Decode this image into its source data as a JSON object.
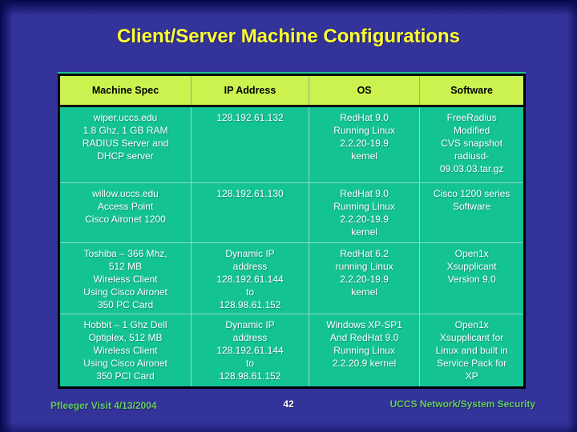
{
  "slide": {
    "title": "Client/Server Machine Configurations",
    "table": {
      "headers": [
        "Machine Spec",
        "IP Address",
        "OS",
        "Software"
      ],
      "rows": [
        [
          "wiper.uccs.edu\n1.8 Ghz, 1 GB RAM\nRADIUS Server and\nDHCP server",
          "128.192.61.132",
          "RedHat 9.0\nRunning Linux\n2.2.20-19.9\nkernel",
          "FreeRadius\nModified\nCVS snapshot\nradiusd-\n09.03.03.tar.gz"
        ],
        [
          "willow.uccs.edu\nAccess Point\nCisco Aironet 1200",
          "128.192.61.130",
          "RedHat 9.0\nRunning Linux\n2.2.20-19.9\nkernel",
          "Cisco 1200 series\nSoftware"
        ],
        [
          "Toshiba – 366 Mhz,\n512 MB\nWireless Client\nUsing Cisco Aironet\n350 PC Card",
          "Dynamic IP\naddress\n128.192.61.144\nto\n128.98.61.152",
          "RedHat 6.2\nrunning Linux\n2.2.20-19.9\nkernel",
          "Open1x\nXsupplicant\nVersion 9.0"
        ],
        [
          "Hobbit – 1 Ghz Dell\nOptiplex, 512 MB\nWireless Client\nUsing Cisco Aironet\n350 PCI Card",
          "Dynamic IP\naddress\n128.192.61.144\nto\n128.98.61.152",
          "Windows XP-SP1\nAnd RedHat 9.0\nRunning Linux\n2.2.20.9 kernel",
          "Open1x\nXsupplicant for\nLinux and built in\nService Pack  for\nXP"
        ]
      ]
    },
    "footer": {
      "left": "Pfleeger Visit 4/13/2004",
      "page_number": "42",
      "right": "UCCS Network/System Security"
    },
    "colors": {
      "background": "#333399",
      "edge_shadow": "#07074d",
      "title_text": "#FFFF33",
      "header_bg": "#CCF24F",
      "header_text": "#000000",
      "cell_bg": "#14C392",
      "cell_text": "#FFFFFF",
      "table_border": "#000000",
      "footer_text": "#66CC66",
      "page_number_text": "#FFFFFF"
    }
  }
}
